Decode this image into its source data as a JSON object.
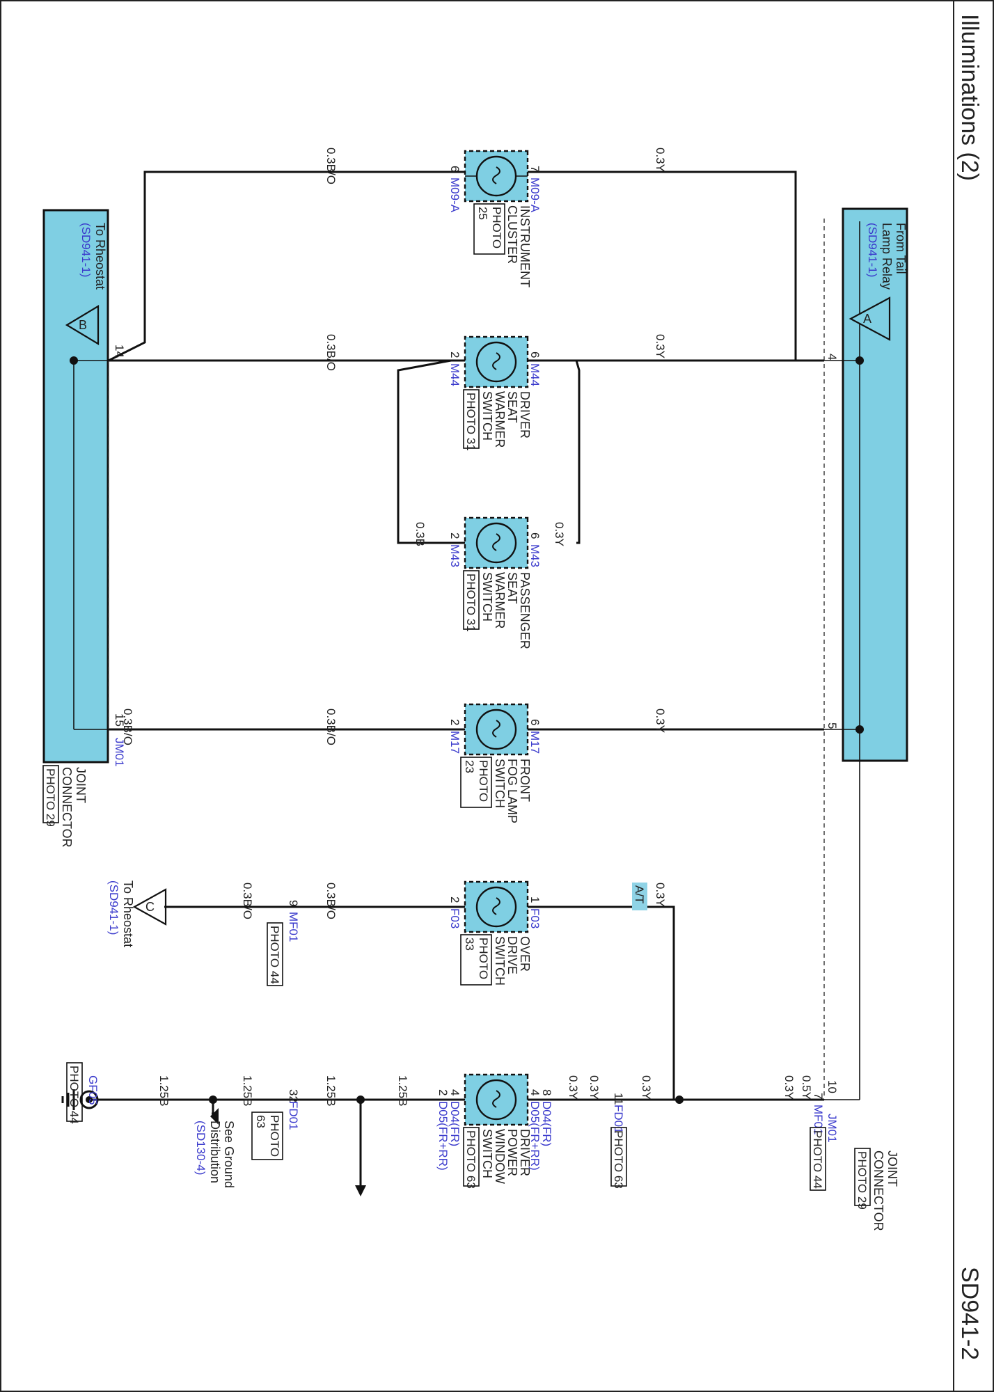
{
  "header": {
    "title": "Illuminations (2)",
    "code": "SD941-2"
  },
  "colors": {
    "connector_fill": "#7fcfe3",
    "wire": "#111111",
    "connector_code": "#3a3acc",
    "at_badge": "#8fd3e6"
  },
  "joint_right": {
    "name": [
      "JOINT",
      "CONNECTOR"
    ],
    "photo": "PHOTO 29",
    "ref": [
      "From Tail",
      "Lamp Relay",
      "(SD941-1)"
    ],
    "triangle": "A",
    "pins": [
      "4",
      "5",
      "10"
    ],
    "code": "JM01"
  },
  "joint_left": {
    "name": [
      "JOINT",
      "CONNECTOR"
    ],
    "photo": "PHOTO 29",
    "ref": [
      "To Rheostat",
      "(SD941-1)"
    ],
    "triangle": "B",
    "pins": [
      "14",
      "15"
    ],
    "code": "JM01"
  },
  "components": [
    {
      "id": "cluster",
      "name": [
        "INSTRUMENT",
        "CLUSTER"
      ],
      "photo": [
        "PHOTO",
        "25"
      ],
      "pin_right": "7",
      "code_right": "M09-A",
      "pin_left": "6",
      "code_left": "M09-A",
      "wire_right": "0.3Y",
      "wire_left": "0.3B/O"
    },
    {
      "id": "driver-seat",
      "name": [
        "DRIVER",
        "SEAT",
        "WARMER",
        "SWITCH"
      ],
      "photo": [
        "PHOTO 31"
      ],
      "pin_right": "6",
      "code_right": "M44",
      "pin_left": "2",
      "code_left": "M44",
      "wire_right": "0.3Y",
      "wire_left": "0.3B/O"
    },
    {
      "id": "passenger-seat",
      "name": [
        "PASSENGER",
        "SEAT",
        "WARMER",
        "SWITCH"
      ],
      "photo": [
        "PHOTO 31"
      ],
      "pin_right": "6",
      "code_right": "M43",
      "pin_left": "2",
      "code_left": "M43",
      "wire_right": "0.3Y",
      "wire_left": "0.3B"
    },
    {
      "id": "fog-lamp",
      "name": [
        "FRONT",
        "FOG LAMP",
        "SWITCH"
      ],
      "photo": [
        "PHOTO",
        "23"
      ],
      "pin_right": "6",
      "code_right": "M17",
      "pin_left": "2",
      "code_left": "M17",
      "wire_right": "0.3Y",
      "wire_left": "0.3B/O"
    },
    {
      "id": "over-drive",
      "name": [
        "OVER",
        "DRIVE",
        "SWITCH"
      ],
      "photo": [
        "PHOTO",
        "33"
      ],
      "pin_right": "1",
      "code_right": "F03",
      "pin_left": "2",
      "code_left": "F03",
      "wire_right": "0.3Y",
      "wire_left": "0.3B/O",
      "badge": "A/T"
    },
    {
      "id": "window",
      "name": [
        "DRIVER",
        "POWER",
        "WINDOW",
        "SWITCH"
      ],
      "photo": [
        "PHOTO 63"
      ],
      "pin_right": [
        "8",
        "4"
      ],
      "code_right": [
        "D04(FR)",
        "D05(FR+RR)"
      ],
      "pin_left": [
        "4",
        "2"
      ],
      "code_left": [
        "D04(FR)",
        "D05(FR+RR)"
      ],
      "wire_right": "0.3Y",
      "wire_left": "1.25B"
    }
  ],
  "jm15_wire": "0.3B/O",
  "mf01_left": {
    "pin": "9",
    "code": "MF01",
    "photo": "PHOTO 44",
    "wire": "0.3B/O",
    "ref": [
      "To Rheostat",
      "(SD941-1)"
    ],
    "triangle": "C"
  },
  "mf01_right": {
    "pin": "7",
    "code": "MF01",
    "photo": "PHOTO 44",
    "wire_left": "0.3Y",
    "wire_right": "0.5Y",
    "jm_pin": "10",
    "jm_code": "JM01"
  },
  "fd01_right": {
    "pin": "11",
    "code": "FD01",
    "photo": "PHOTO 63",
    "wire_left": "0.3Y",
    "wire_right": "0.3Y"
  },
  "fd01_left": {
    "pin": "32",
    "code": "FD01",
    "photo": [
      "PHOTO",
      "63"
    ],
    "wire_left": "1.25B",
    "wire_right": "1.25B"
  },
  "ground": {
    "code": "GF05",
    "photo": "PHOTO 44",
    "wire": "1.25B",
    "ref": [
      "See Ground",
      "Distribution",
      "(SD130-4)"
    ]
  }
}
